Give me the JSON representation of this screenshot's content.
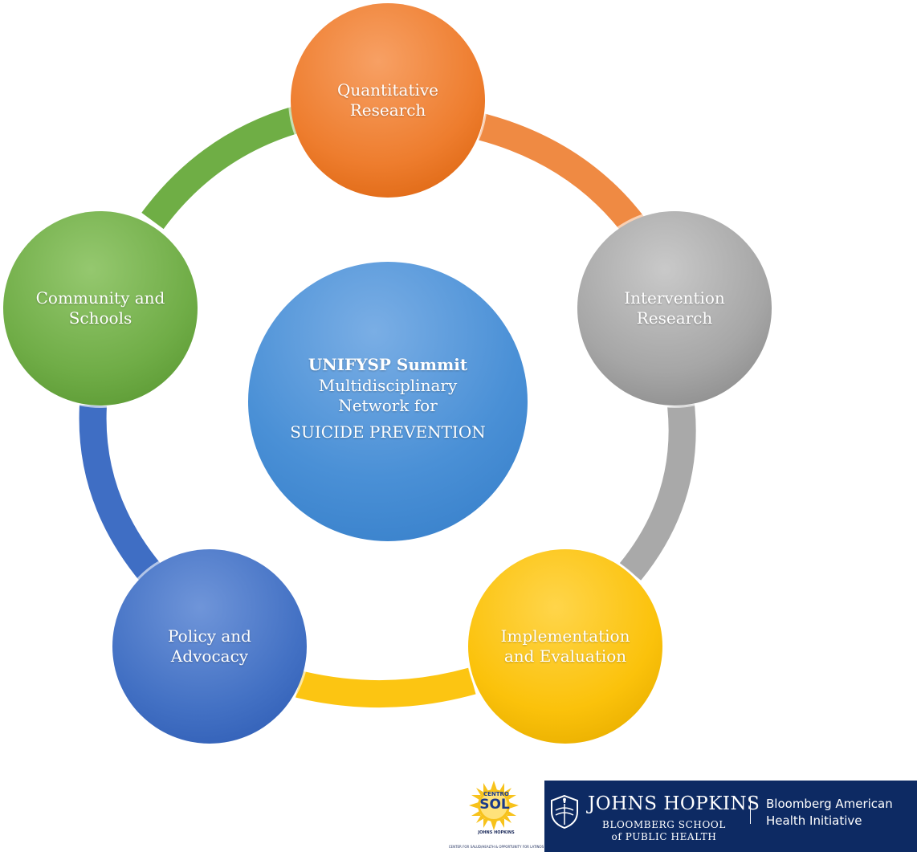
{
  "center": {
    "title": "UNIFYSP Summit",
    "line1": "Multidisciplinary",
    "line2": "Network for",
    "line3": "SUICIDE PREVENTION",
    "color": "#4a8fd6"
  },
  "nodes": [
    {
      "id": "quantitative-research",
      "line1": "Quantitative",
      "line2": "Research",
      "color": "#ed7d31"
    },
    {
      "id": "intervention-research",
      "line1": "Intervention",
      "line2": "Research",
      "color": "#a5a5a5"
    },
    {
      "id": "implementation-and-evaluation",
      "line1": "Implementation",
      "line2": "and Evaluation",
      "color": "#ffc000"
    },
    {
      "id": "policy-and-advocacy",
      "line1": "Policy and",
      "line2": "Advocacy",
      "color": "#4472c4"
    },
    {
      "id": "community-and-schools",
      "line1": "Community and",
      "line2": "Schools",
      "color": "#70ad47"
    }
  ],
  "logos": {
    "sol": {
      "top": "CENTRO",
      "main": "SOL",
      "jh": "JOHNS HOPKINS",
      "sub": "CENTER FOR SALUD/HEALTH & OPPORTUNITY FOR LATINOS",
      "yellow": "#f7c21b",
      "blue": "#1b3a8a"
    },
    "jhu": {
      "name": "JOHNS HOPKINS",
      "school_line1": "BLOOMBERG SCHOOL",
      "school_line2": "of PUBLIC HEALTH",
      "initiative_line1": "Bloomberg American",
      "initiative_line2": "Health Initiative",
      "background": "#0d2a63"
    }
  }
}
